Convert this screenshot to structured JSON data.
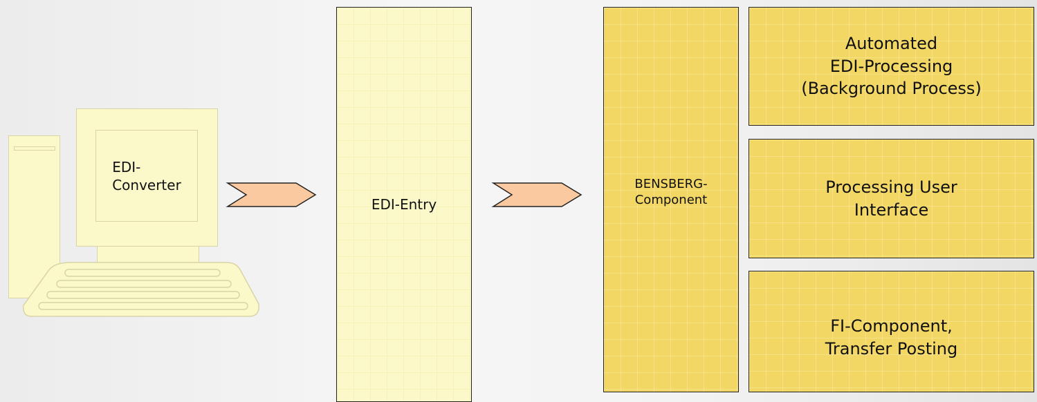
{
  "computer": {
    "label": "EDI-\nConverter"
  },
  "entry": {
    "label": "EDI-Entry"
  },
  "bensberg": {
    "label": "BENSBERG-\nComponent"
  },
  "modules": [
    {
      "label": "Automated\nEDI-Processing\n(Background Process)"
    },
    {
      "label": "Processing User\nInterface"
    },
    {
      "label": "FI-Component,\nTransfer Posting"
    }
  ],
  "colors": {
    "arrow_fill": "#fbc9a0",
    "pale_box": "#fbf9c9",
    "gold_box": "#f3d764",
    "border": "#222222"
  }
}
